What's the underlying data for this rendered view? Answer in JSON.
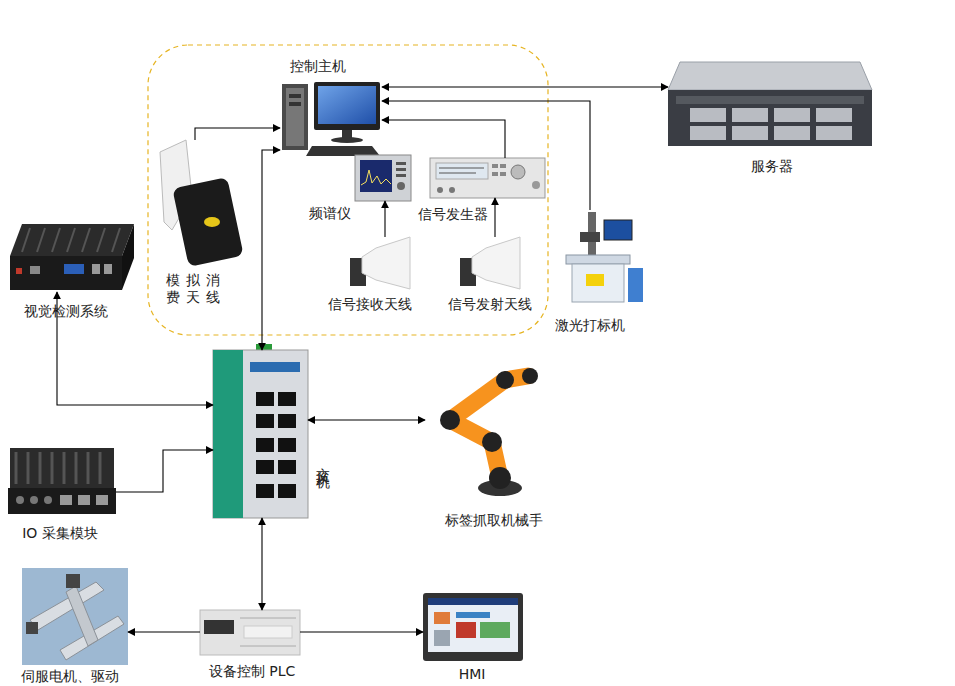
{
  "diagram": {
    "nodes": [
      {
        "text": [
          "控制主机"
        ]
      },
      {
        "text": [
          "服务器"
        ]
      },
      {
        "text": [
          "频谱仪"
        ]
      },
      {
        "text": [
          "信号发生器"
        ]
      },
      {
        "text": [
          "模拟消费天线"
        ]
      },
      {
        "text": [
          "信号接收天线"
        ]
      },
      {
        "text": [
          "信号发射天线"
        ]
      },
      {
        "text": [
          "视觉检测系统"
        ]
      },
      {
        "text": [
          "激光打标机"
        ]
      },
      {
        "text": [
          "交换机"
        ]
      },
      {
        "text": [
          "标签抓取机械手"
        ]
      },
      {
        "text": [
          "IO 采集模块"
        ]
      },
      {
        "text": [
          "伺服电机、驱动"
        ]
      },
      {
        "text": [
          "设备控制 PLC"
        ]
      },
      {
        "text": [
          "HMI"
        ]
      }
    ],
    "edges": [
      {
        "from": 0,
        "to": 1,
        "arrow": "both"
      },
      {
        "from": 8,
        "to": 0,
        "arrow": "to"
      },
      {
        "from": 3,
        "to": 0,
        "arrow": "to"
      },
      {
        "from": 4,
        "to": 0,
        "arrow": "to"
      },
      {
        "from": 5,
        "to": 2,
        "arrow": "to"
      },
      {
        "from": 6,
        "to": 3,
        "arrow": "to"
      },
      {
        "from": 9,
        "to": 0,
        "arrow": "both"
      },
      {
        "from": 7,
        "to": 9,
        "arrow": "both"
      },
      {
        "from": 11,
        "to": 9,
        "arrow": "to"
      },
      {
        "from": 9,
        "to": 10,
        "arrow": "both"
      },
      {
        "from": 9,
        "to": 13,
        "arrow": "both"
      },
      {
        "from": 13,
        "to": 12,
        "arrow": "to"
      },
      {
        "from": 13,
        "to": 14,
        "arrow": "to"
      }
    ]
  }
}
